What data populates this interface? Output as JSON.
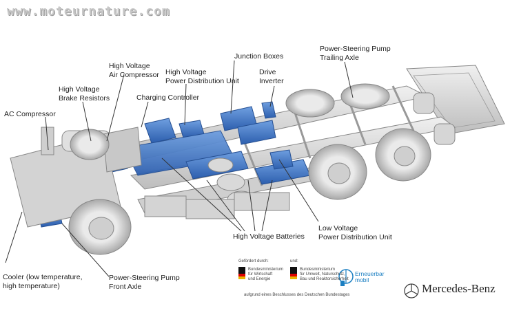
{
  "watermark": "www.moteurnature.com",
  "labels": {
    "ac_compressor": "AC Compressor",
    "hv_brake_resistors": [
      "High Voltage",
      "Brake Resistors"
    ],
    "hv_air_compressor": [
      "High Voltage",
      "Air Compressor"
    ],
    "hv_power_distribution": [
      "High Voltage",
      "Power Distribution Unit"
    ],
    "charging_controller": "Charging Controller",
    "junction_boxes": "Junction Boxes",
    "drive_inverter": [
      "Drive",
      "Inverter"
    ],
    "ps_pump_trailing": [
      "Power-Steering Pump",
      "Trailing Axle"
    ],
    "lv_power_distribution": [
      "Low Voltage",
      "Power Distribution Unit"
    ],
    "hv_batteries": "High Voltage Batteries",
    "ps_pump_front": [
      "Power-Steering Pump",
      "Front Axle"
    ],
    "cooler": [
      "Cooler (low temperature,",
      "high temperature)"
    ]
  },
  "footer": {
    "funded_by": "Gefördert durch:",
    "and": "und:",
    "ministry1": [
      "Bundesministerium",
      "für Wirtschaft",
      "und Energie"
    ],
    "ministry2": [
      "Bundesministerium",
      "für Umwelt, Naturschutz,",
      "Bau und Reaktorsicherheit"
    ],
    "resolution": "aufgrund eines Beschlusses des Deutschen Bundestages",
    "erneuerbar": [
      "Erneuerbar",
      "mobil"
    ],
    "brand": "Mercedes-Benz"
  },
  "colors": {
    "blue_component": "#3a73c4",
    "chassis": "#dcdcdc",
    "outline": "#8a8a8a",
    "accent_blue": "#1b7fc2"
  }
}
